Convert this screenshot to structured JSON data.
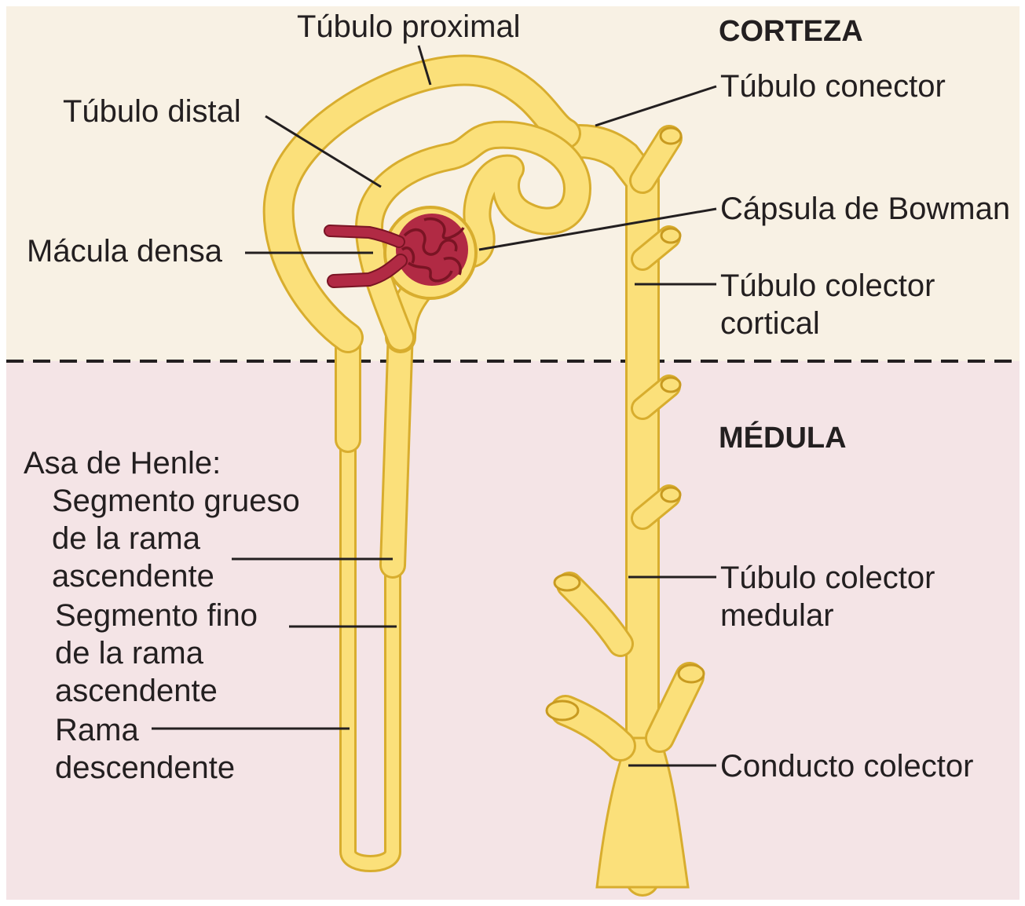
{
  "regions": {
    "cortex": "CORTEZA",
    "medulla": "MÉDULA"
  },
  "labels": {
    "proximal_tubule": "Túbulo proximal",
    "distal_tubule": "Túbulo distal",
    "connecting_tubule": "Túbulo conector",
    "bowman_capsule": "Cápsula de Bowman",
    "macula_densa": "Mácula densa",
    "cortical_collecting_tubule": [
      "Túbulo colector",
      "cortical"
    ],
    "henle_loop_title": "Asa de Henle:",
    "thick_ascending_limb": [
      "Segmento grueso",
      "de la rama",
      "ascendente"
    ],
    "thin_ascending_limb": [
      "Segmento fino",
      "de la rama",
      "ascendente"
    ],
    "descending_limb": [
      "Rama",
      "descendente"
    ],
    "medullary_collecting_tubule": [
      "Túbulo colector",
      "medular"
    ],
    "collecting_duct": "Conducto colector"
  },
  "colors": {
    "cortex_bg": "#f8f1e4",
    "medulla_bg": "#f4e4e6",
    "tubule_fill": "#fbe07a",
    "tubule_outline": "#d8ad2e",
    "glomerulus": "#b12a44",
    "glomerulus_dark": "#7a1424",
    "text": "#231f20"
  }
}
